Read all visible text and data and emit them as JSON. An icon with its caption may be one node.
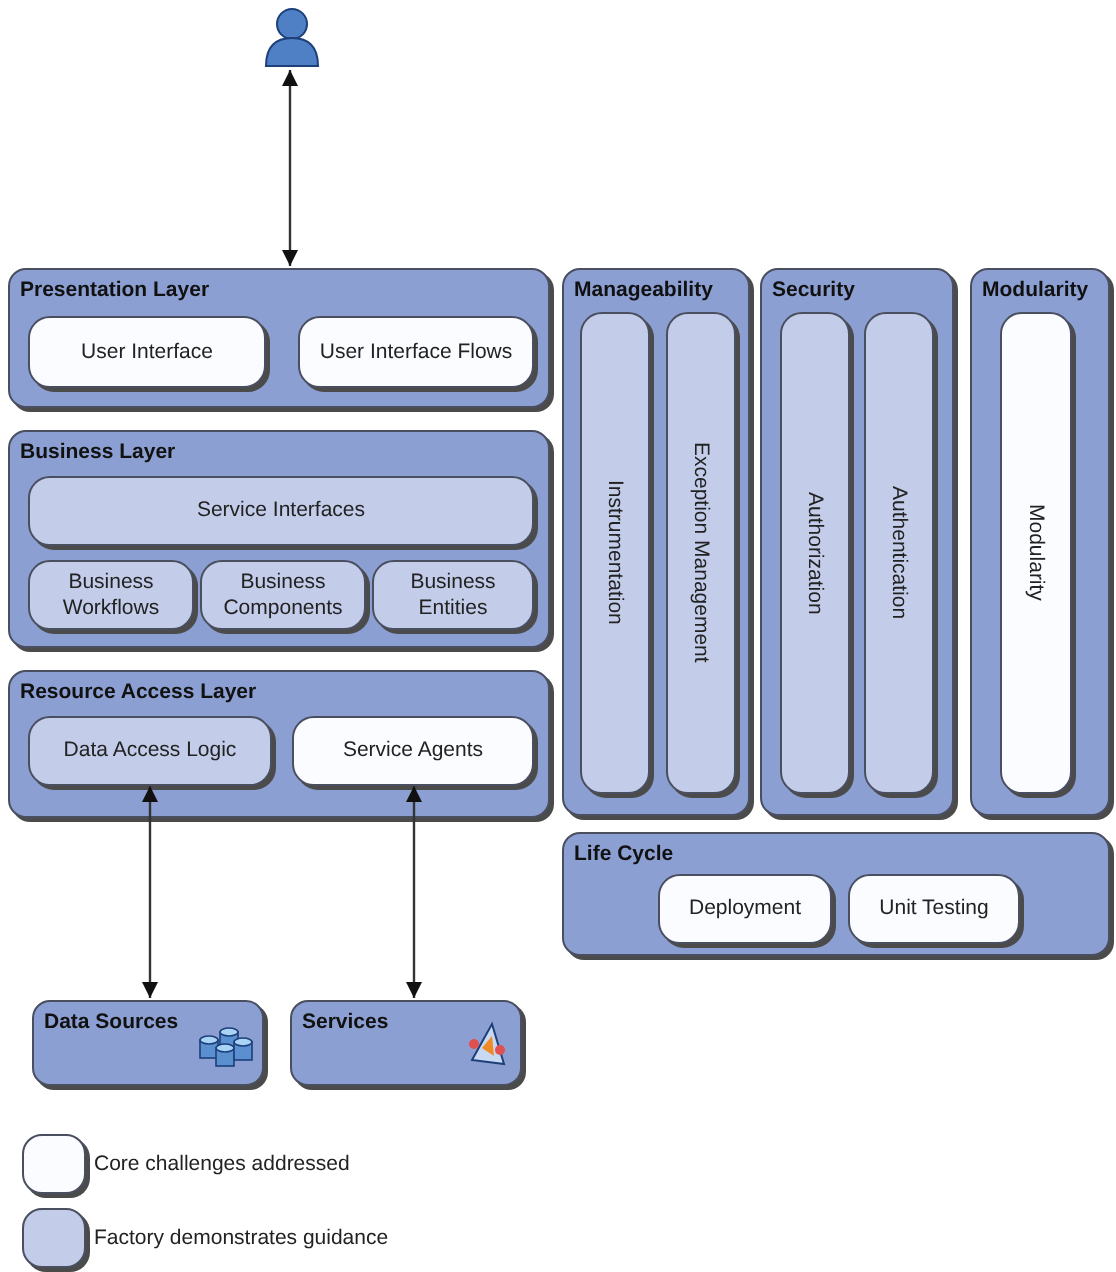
{
  "diagram": {
    "nodes": [
      {
        "text": [],
        "shape": "person"
      },
      {
        "text": [
          "Presentation Layer"
        ]
      },
      {
        "text": [
          "User Interface"
        ],
        "in": 1
      },
      {
        "text": [
          "User Interface Flows"
        ],
        "in": 1
      },
      {
        "text": [
          "Business Layer"
        ]
      },
      {
        "text": [
          "Service Interfaces"
        ],
        "in": 4
      },
      {
        "text": [
          "Business Workflows"
        ],
        "in": 4
      },
      {
        "text": [
          "Business Components"
        ],
        "in": 4
      },
      {
        "text": [
          "Business Entities"
        ],
        "in": 4
      },
      {
        "text": [
          "Resource Access Layer"
        ]
      },
      {
        "text": [
          "Data Access Logic"
        ],
        "in": 9
      },
      {
        "text": [
          "Service Agents"
        ],
        "in": 9
      },
      {
        "text": [
          "Manageability"
        ]
      },
      {
        "text": [
          "Instrumentation"
        ],
        "in": 12
      },
      {
        "text": [
          "Exception Management"
        ],
        "in": 12
      },
      {
        "text": [
          "Security"
        ]
      },
      {
        "text": [
          "Authorization"
        ],
        "in": 15
      },
      {
        "text": [
          "Authentication"
        ],
        "in": 15
      },
      {
        "text": [
          "Modularity"
        ]
      },
      {
        "text": [
          "Modularity"
        ],
        "in": 18
      },
      {
        "text": [
          "Life Cycle"
        ]
      },
      {
        "text": [
          "Deployment"
        ],
        "in": 20
      },
      {
        "text": [
          "Unit Testing"
        ],
        "in": 20
      },
      {
        "text": [
          "Data Sources"
        ]
      },
      {
        "text": [
          "Services"
        ]
      }
    ],
    "edges": [
      {
        "from": 0,
        "to": 1,
        "arrow": "both"
      },
      {
        "from": 10,
        "to": 23,
        "arrow": "both"
      },
      {
        "from": 11,
        "to": 24,
        "arrow": "both"
      }
    ],
    "legend": [
      {
        "text": "Core challenges addressed",
        "color": "#fbfcff"
      },
      {
        "text": "Factory demonstrates guidance",
        "color": "#c3cdea"
      }
    ]
  }
}
